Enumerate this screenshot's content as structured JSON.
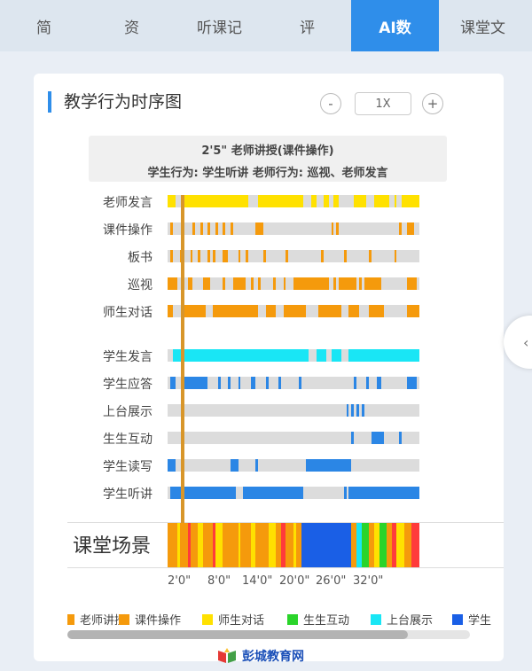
{
  "tabs": [
    {
      "label": "简",
      "active": false
    },
    {
      "label": "资",
      "active": false
    },
    {
      "label": "听课记",
      "active": false
    },
    {
      "label": "评",
      "active": false
    },
    {
      "label": "AI数",
      "active": true
    },
    {
      "label": "课堂文",
      "active": false
    }
  ],
  "card": {
    "title": "教学行为时序图",
    "zoom_minus": "-",
    "zoom_value": "1X",
    "zoom_plus": "+"
  },
  "tooltip": {
    "line1": "2'5\"    老师讲授(课件操作)",
    "line2": "学生行为:  学生听讲   老师行为:  巡视、老师发言"
  },
  "colors": {
    "yellow": "#ffe100",
    "orange": "#f59a0c",
    "cyan": "#19e6f5",
    "blue": "#2b86e5",
    "track": "#dcdcdc",
    "accent": "#2f8eea"
  },
  "rows": [
    {
      "label": "老师发言",
      "color": "#ffe100",
      "segments": [
        [
          0,
          3
        ],
        [
          6,
          15
        ],
        [
          17,
          15
        ],
        [
          36,
          18
        ],
        [
          57,
          2
        ],
        [
          62,
          2
        ],
        [
          66,
          2
        ],
        [
          74,
          5
        ],
        [
          82,
          6
        ],
        [
          90,
          1
        ],
        [
          93,
          7
        ]
      ]
    },
    {
      "label": "课件操作",
      "color": "#f59a0c",
      "segments": [
        [
          1,
          1
        ],
        [
          10,
          1
        ],
        [
          13,
          1
        ],
        [
          16,
          1
        ],
        [
          19,
          1
        ],
        [
          22,
          1
        ],
        [
          25,
          1
        ],
        [
          35,
          3
        ],
        [
          65,
          1
        ],
        [
          67,
          1
        ],
        [
          92,
          1
        ],
        [
          95,
          3
        ]
      ]
    },
    {
      "label": "板书",
      "color": "#f59a0c",
      "segments": [
        [
          1,
          1
        ],
        [
          5,
          1
        ],
        [
          9,
          1
        ],
        [
          12,
          1
        ],
        [
          16,
          1
        ],
        [
          18,
          1
        ],
        [
          22,
          2
        ],
        [
          28,
          1
        ],
        [
          31,
          1
        ],
        [
          38,
          1
        ],
        [
          47,
          1
        ],
        [
          61,
          1
        ],
        [
          70,
          1
        ],
        [
          80,
          1
        ],
        [
          90,
          1
        ]
      ]
    },
    {
      "label": "巡视",
      "color": "#f59a0c",
      "segments": [
        [
          0,
          4
        ],
        [
          8,
          2
        ],
        [
          14,
          3
        ],
        [
          22,
          1
        ],
        [
          26,
          5
        ],
        [
          33,
          1
        ],
        [
          36,
          1
        ],
        [
          42,
          1
        ],
        [
          46,
          1
        ],
        [
          50,
          14
        ],
        [
          66,
          1
        ],
        [
          68,
          7
        ],
        [
          76,
          1
        ],
        [
          78,
          7
        ],
        [
          95,
          4
        ]
      ]
    },
    {
      "label": "师生对话",
      "color": "#f59a0c",
      "segments": [
        [
          0,
          2
        ],
        [
          6,
          9
        ],
        [
          18,
          18
        ],
        [
          39,
          4
        ],
        [
          46,
          9
        ],
        [
          60,
          9
        ],
        [
          72,
          4
        ],
        [
          80,
          6
        ],
        [
          95,
          5
        ]
      ]
    },
    {
      "label": "学生发言",
      "color": "#19e6f5",
      "segments": [
        [
          2,
          54
        ],
        [
          59,
          4
        ],
        [
          65,
          4
        ],
        [
          72,
          28
        ]
      ]
    },
    {
      "label": "学生应答",
      "color": "#2b86e5",
      "segments": [
        [
          1,
          2
        ],
        [
          6,
          10
        ],
        [
          20,
          1
        ],
        [
          24,
          1
        ],
        [
          28,
          1
        ],
        [
          33,
          2
        ],
        [
          39,
          1
        ],
        [
          44,
          1
        ],
        [
          52,
          1
        ],
        [
          74,
          1
        ],
        [
          79,
          1
        ],
        [
          83,
          2
        ],
        [
          95,
          4
        ]
      ]
    },
    {
      "label": "上台展示",
      "color": "#2b86e5",
      "segments": [
        [
          71,
          1
        ],
        [
          73,
          1
        ],
        [
          75,
          1
        ],
        [
          77,
          1
        ]
      ]
    },
    {
      "label": "生生互动",
      "color": "#2b86e5",
      "segments": [
        [
          73,
          1
        ],
        [
          81,
          5
        ],
        [
          92,
          1
        ]
      ]
    },
    {
      "label": "学生读写",
      "color": "#2b86e5",
      "segments": [
        [
          0,
          3
        ],
        [
          25,
          3
        ],
        [
          35,
          1
        ],
        [
          55,
          18
        ]
      ]
    },
    {
      "label": "学生听讲",
      "color": "#2b86e5",
      "segments": [
        [
          1,
          26
        ],
        [
          30,
          24
        ],
        [
          70,
          1
        ],
        [
          72,
          28
        ]
      ]
    }
  ],
  "scene": {
    "label": "课堂场景",
    "segments": [
      [
        0,
        4,
        "#f59a0c"
      ],
      [
        4,
        1,
        "#ffe100"
      ],
      [
        5,
        3,
        "#f59a0c"
      ],
      [
        8,
        1,
        "#ff3b3b"
      ],
      [
        9,
        3,
        "#f59a0c"
      ],
      [
        12,
        2,
        "#ffe100"
      ],
      [
        14,
        4,
        "#f59a0c"
      ],
      [
        18,
        1,
        "#ff3b3b"
      ],
      [
        19,
        3,
        "#ffe100"
      ],
      [
        22,
        6,
        "#f59a0c"
      ],
      [
        28,
        1,
        "#ffe100"
      ],
      [
        29,
        4,
        "#f59a0c"
      ],
      [
        33,
        2,
        "#ffe100"
      ],
      [
        35,
        5,
        "#f59a0c"
      ],
      [
        40,
        3,
        "#ffe100"
      ],
      [
        43,
        2,
        "#f59a0c"
      ],
      [
        45,
        2,
        "#ff3b3b"
      ],
      [
        47,
        3,
        "#f59a0c"
      ],
      [
        50,
        1,
        "#ffe100"
      ],
      [
        51,
        2,
        "#f59a0c"
      ],
      [
        53,
        20,
        "#1a5fe6"
      ],
      [
        73,
        2,
        "#f59a0c"
      ],
      [
        75,
        2,
        "#19e6f5"
      ],
      [
        77,
        3,
        "#2ad42a"
      ],
      [
        80,
        2,
        "#f59a0c"
      ],
      [
        82,
        2,
        "#ffe100"
      ],
      [
        84,
        3,
        "#2ad42a"
      ],
      [
        87,
        2,
        "#f59a0c"
      ],
      [
        89,
        2,
        "#ff3b3b"
      ],
      [
        91,
        3,
        "#ffe100"
      ],
      [
        94,
        3,
        "#f59a0c"
      ],
      [
        97,
        3,
        "#ff3b3b"
      ]
    ]
  },
  "ticks": [
    "2'0\"",
    "8'0\"",
    "14'0\"",
    "20'0\"",
    "26'0\"",
    "32'0\""
  ],
  "legend": [
    {
      "label": "老师讲授",
      "color": "#f59a0c"
    },
    {
      "label": "课件操作",
      "color": "#f59a0c"
    },
    {
      "label": "师生对话",
      "color": "#ffe100"
    },
    {
      "label": "生生互动",
      "color": "#2ad42a"
    },
    {
      "label": "上台展示",
      "color": "#19e6f5"
    },
    {
      "label": "学生",
      "color": "#1a5fe6"
    }
  ],
  "side_arrow": "‹",
  "watermark": "彭城教育网"
}
